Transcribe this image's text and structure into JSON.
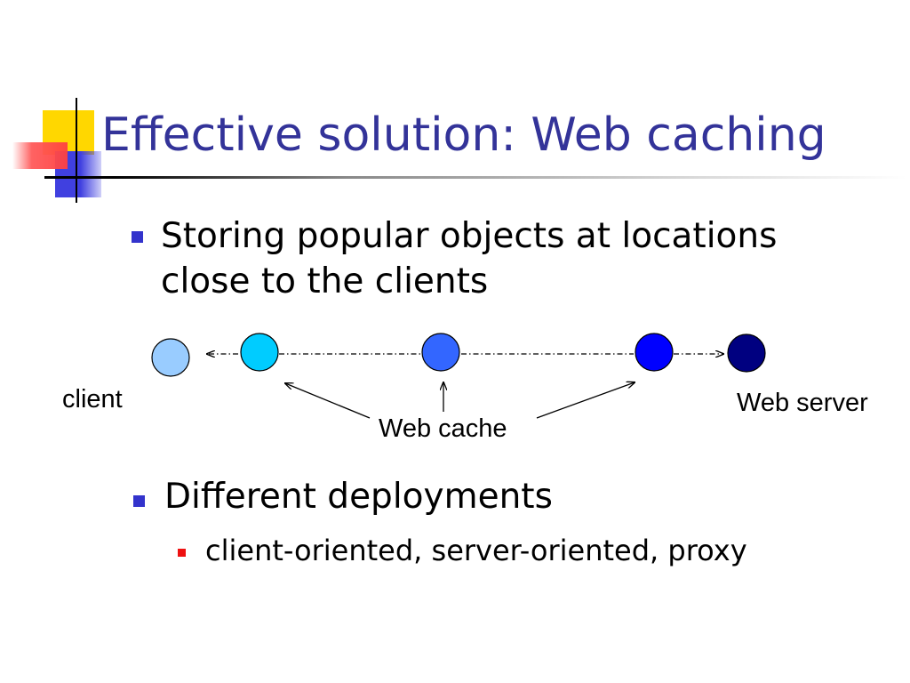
{
  "slide": {
    "title": "Effective solution: Web caching",
    "bullets": [
      {
        "text": "Storing popular objects at locations close to the clients",
        "level": 1,
        "marker_color": "#3333cc"
      },
      {
        "text": "Different deployments",
        "level": 1,
        "marker_color": "#3333cc",
        "sub_bullets": [
          {
            "text": "client-oriented, server-oriented, proxy",
            "level": 2,
            "marker_color": "#ee1111"
          }
        ]
      }
    ]
  },
  "diagram": {
    "nodes": [
      {
        "label": "client",
        "color": "#99ccff"
      },
      {
        "label": "",
        "color": "#00ccff"
      },
      {
        "label": "",
        "color": "#3366ff"
      },
      {
        "label": "",
        "color": "#0000ff"
      },
      {
        "label": "Web server",
        "color": "#000080"
      }
    ],
    "annotation": "Web cache",
    "annotation_targets": [
      1,
      2,
      3
    ]
  },
  "colors": {
    "title": "#333399",
    "accent_yellow": "#ffd700",
    "accent_blue": "#4040e0",
    "accent_red": "#ff4040"
  }
}
